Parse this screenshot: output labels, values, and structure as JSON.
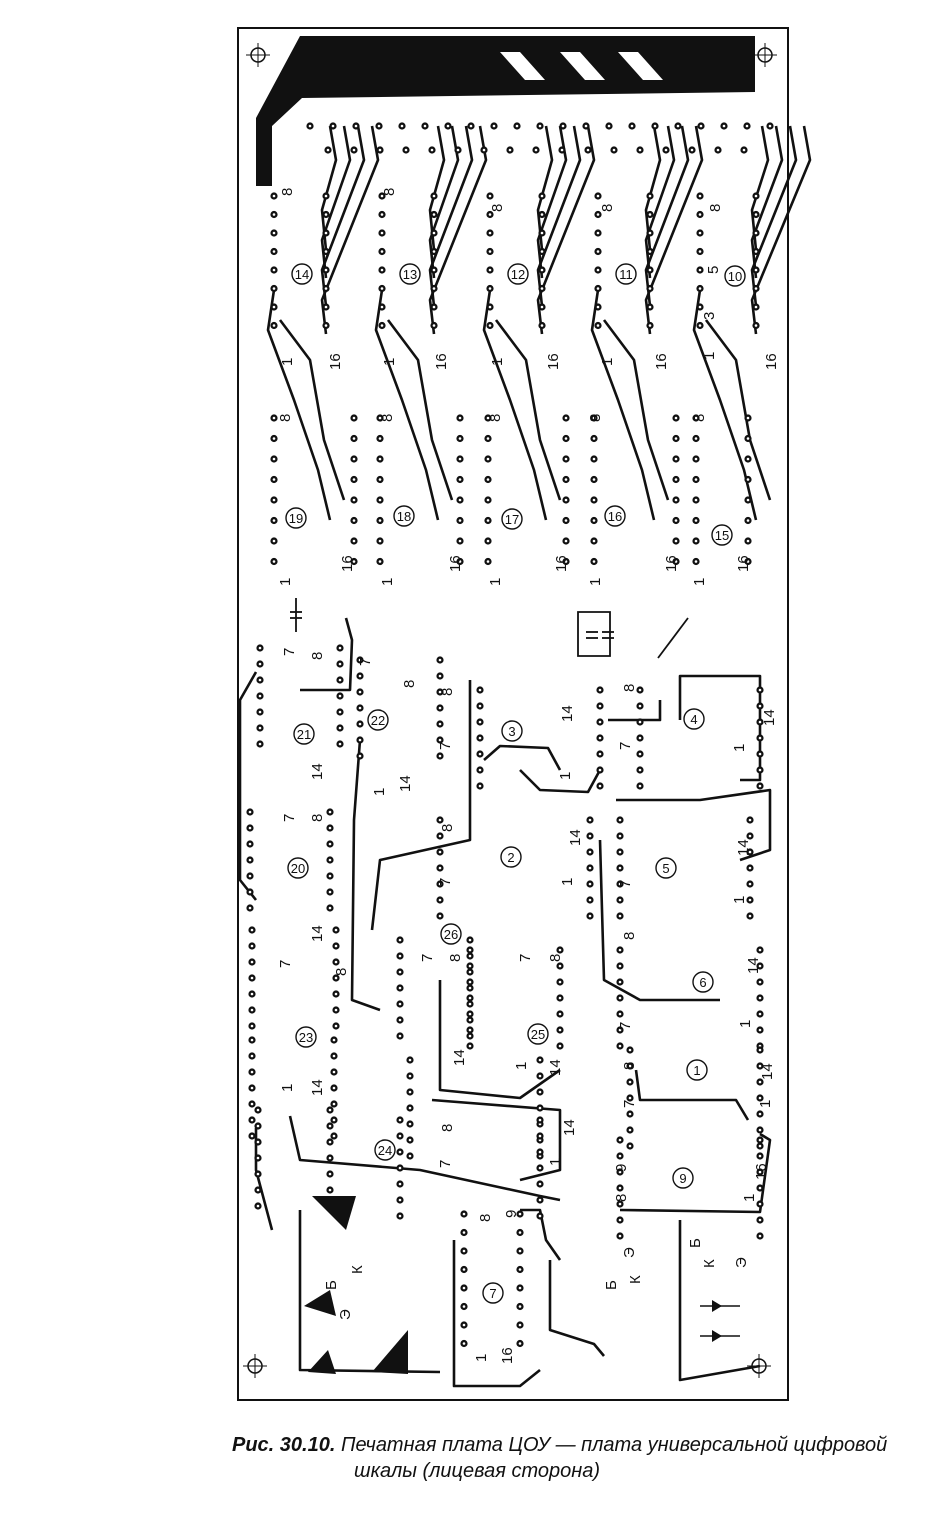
{
  "caption": {
    "figure": "Рис. 30.10.",
    "text": "Печатная плата ЦОУ — плата универсальной цифровой",
    "text2": "шкалы (лицевая сторона)"
  },
  "chips": [
    {
      "id": "14"
    },
    {
      "id": "13"
    },
    {
      "id": "12"
    },
    {
      "id": "11"
    },
    {
      "id": "10"
    },
    {
      "id": "19"
    },
    {
      "id": "18"
    },
    {
      "id": "17"
    },
    {
      "id": "16"
    },
    {
      "id": "15"
    },
    {
      "id": "21"
    },
    {
      "id": "22"
    },
    {
      "id": "3"
    },
    {
      "id": "4"
    },
    {
      "id": "20"
    },
    {
      "id": "2"
    },
    {
      "id": "5"
    },
    {
      "id": "26"
    },
    {
      "id": "6"
    },
    {
      "id": "23"
    },
    {
      "id": "25"
    },
    {
      "id": "1"
    },
    {
      "id": "24"
    },
    {
      "id": "9"
    },
    {
      "id": "7"
    }
  ],
  "pin_labels": {
    "p1": "1",
    "p7": "7",
    "p8": "8",
    "p14": "14",
    "p16": "16",
    "p9": "9",
    "p3": "3",
    "p5": "5"
  },
  "terminal_labels": {
    "b": "Б",
    "k": "К",
    "e": "Э"
  }
}
